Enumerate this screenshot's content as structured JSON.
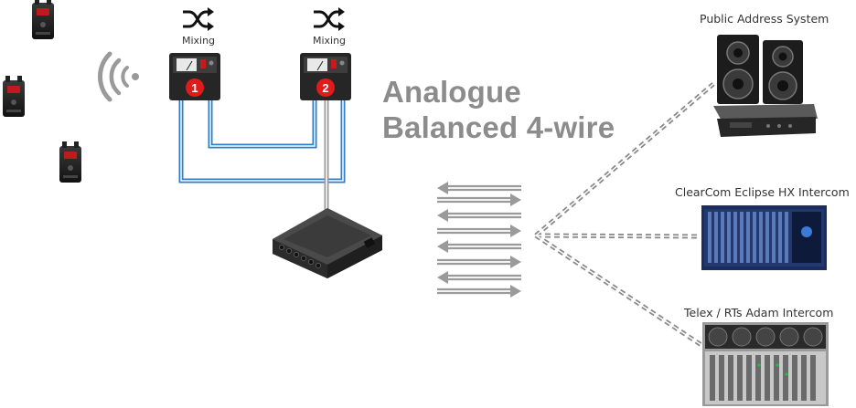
{
  "mixers": [
    {
      "label": "Mixing",
      "number": "1"
    },
    {
      "label": "Mixing",
      "number": "2"
    }
  ],
  "title": {
    "line1": "Analogue",
    "line2": "Balanced 4-wire"
  },
  "devices": {
    "pa": "Public Address System",
    "clearcom": "ClearCom Eclipse HX Intercom",
    "telex": "Telex / RTs Adam Intercom"
  },
  "colors": {
    "blue_cable": "#2a7fd0",
    "grey_cable": "#9a9a9a",
    "mixer_red": "#e01b1b",
    "title_grey": "#8c8c8c"
  }
}
